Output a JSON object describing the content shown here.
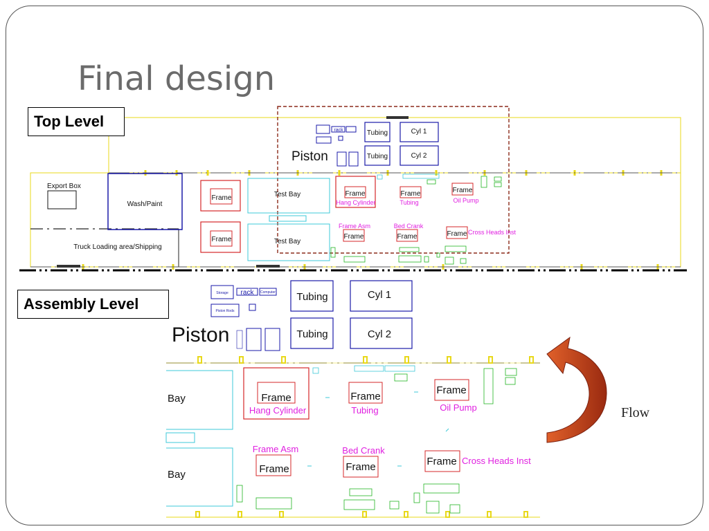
{
  "slide": {
    "title": "Final design",
    "top_level_label": "Top Level",
    "assembly_level_label": "Assembly Level",
    "flow_label": "Flow"
  },
  "top_plan": {
    "export_box": "Export Box",
    "wash_paint": "Wash/Paint",
    "truck_loading": "Truck Loading area/Shipping",
    "frame": "Frame",
    "test_bay": "Test Bay",
    "piston": "Piston",
    "rack": "rack",
    "tubing": "Tubing",
    "cyl1": "Cyl 1",
    "cyl2": "Cyl 2",
    "hang_cylinder": "Hang Cylinder",
    "tubing_station": "Tubing",
    "oil_pump": "Oil Pump",
    "frame_asm": "Frame Asm",
    "bed_crank": "Bed Crank",
    "cross_heads_inst": "Cross Heads Inst"
  },
  "assembly_plan": {
    "storage": "Storage",
    "rack": "rack",
    "computer": "Computer",
    "piston_rods": "Piston Rods",
    "piston": "Piston",
    "tubing_a": "Tubing",
    "tubing_b": "Tubing",
    "cyl1": "Cyl 1",
    "cyl2": "Cyl 2",
    "bay_a": "Bay",
    "bay_b": "Bay",
    "frame": "Frame",
    "hang_cylinder": "Hang Cylinder",
    "tubing_station": "Tubing",
    "oil_pump": "Oil Pump",
    "frame_asm": "Frame Asm",
    "bed_crank": "Bed Crank",
    "cross_heads_inst": "Cross Heads Inst"
  },
  "colors": {
    "frame_red": "#d62728",
    "magenta": "#e020e0",
    "cyan": "#3cc8d8",
    "blue": "#1a1aa8",
    "green": "#22b522",
    "yellow": "#e8d81a",
    "arrow_orange": "#c8401a",
    "title_gray": "#6b6b6b"
  }
}
